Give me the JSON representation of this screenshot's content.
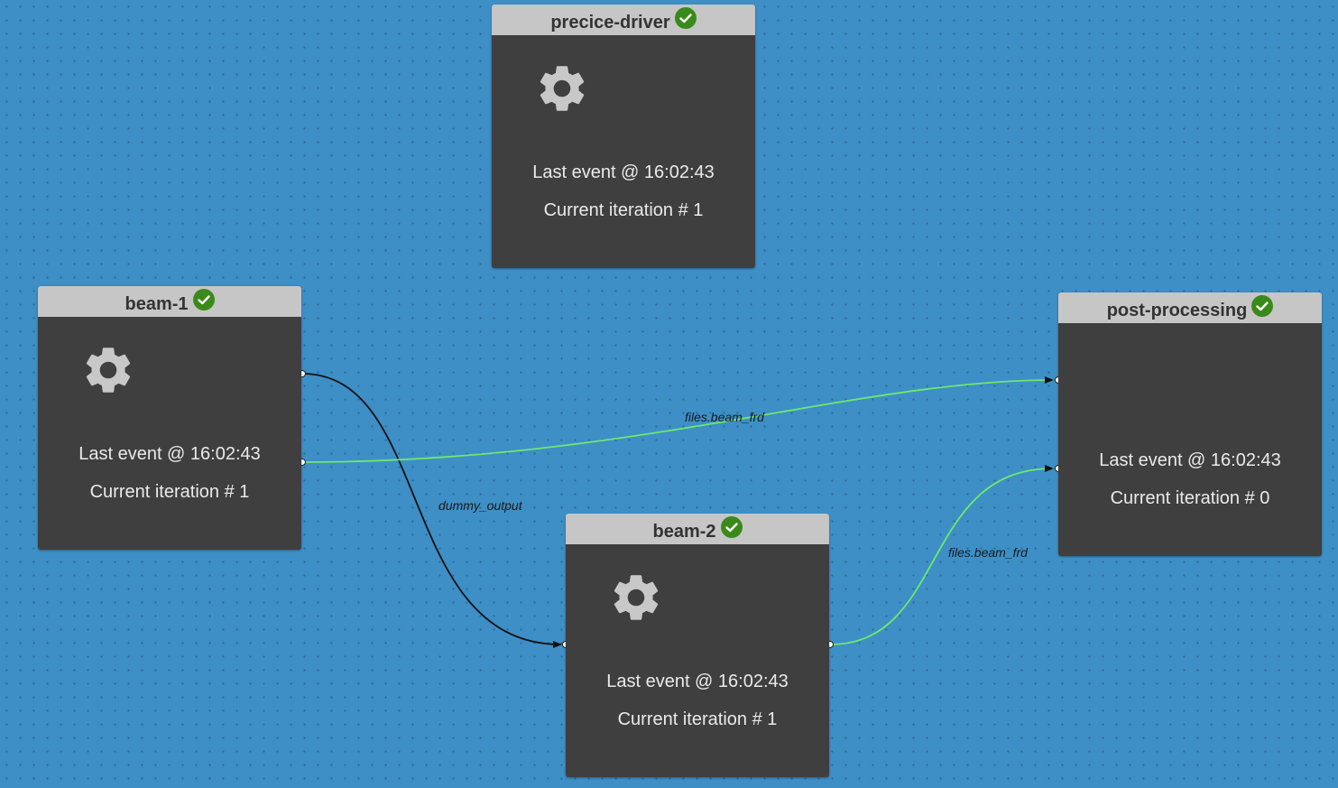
{
  "colors": {
    "canvas": "#3d8fc6",
    "node_body": "#3f3f3f",
    "node_header": "#c6c6c6",
    "status_ok": "#3a8a1a",
    "edge_default": "#111111",
    "edge_files": "#6ee86e"
  },
  "nodes": {
    "precice_driver": {
      "title": "precice-driver",
      "status_icon": "check-circle-icon",
      "icon": "gear-icon",
      "last_event": "Last event @ 16:02:43",
      "iteration": "Current iteration # 1"
    },
    "beam_1": {
      "title": "beam-1",
      "status_icon": "check-circle-icon",
      "icon": "gear-icon",
      "last_event": "Last event @ 16:02:43",
      "iteration": "Current iteration # 1"
    },
    "beam_2": {
      "title": "beam-2",
      "status_icon": "check-circle-icon",
      "icon": "gear-icon",
      "last_event": "Last event @ 16:02:43",
      "iteration": "Current iteration # 1"
    },
    "post_processing": {
      "title": "post-processing",
      "status_icon": "check-circle-icon",
      "last_event": "Last event @ 16:02:43",
      "iteration": "Current iteration # 0"
    }
  },
  "edges": {
    "beam1_to_beam2": {
      "from": "beam-1",
      "to": "beam-2",
      "label": "dummy_output"
    },
    "beam1_to_post": {
      "from": "beam-1",
      "to": "post-processing",
      "label": "files.beam_frd"
    },
    "beam2_to_post": {
      "from": "beam-2",
      "to": "post-processing",
      "label": "files.beam_frd"
    }
  }
}
